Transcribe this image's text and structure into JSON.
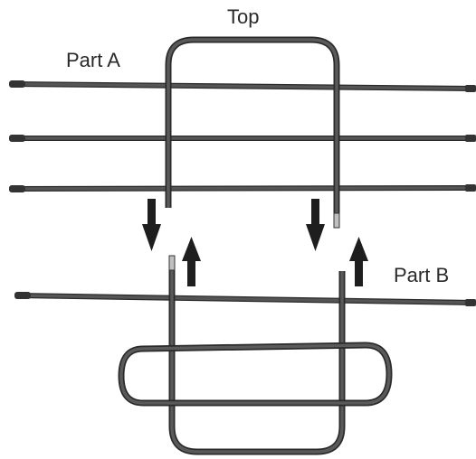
{
  "labels": {
    "top": "Top",
    "part_a": "Part A",
    "part_b": "Part B"
  },
  "colors": {
    "rod": "#4a4a4a",
    "rod_edge": "#2a2a2a",
    "arrow": "#1e1e1e",
    "pin": "#b8b8b8"
  }
}
